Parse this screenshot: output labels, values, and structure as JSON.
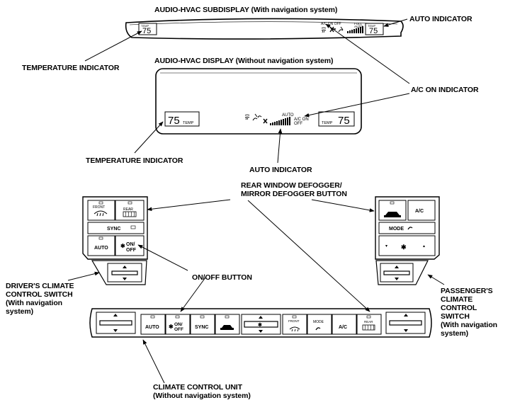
{
  "title_subdisplay": "AUDIO-HVAC SUBDISPLAY (With navigation system)",
  "title_display": "AUDIO-HVAC DISPLAY (Without navigation system)",
  "auto_indicator": "AUTO INDICATOR",
  "ac_on_indicator": "A/C ON INDICATOR",
  "temperature_indicator": "TEMPERATURE INDICATOR",
  "rear_defogger": [
    "REAR WINDOW DEFOGGER/",
    "MIRROR DEFOGGER BUTTON"
  ],
  "on_off_button": "ON/OFF BUTTON",
  "drivers_switch": [
    "DRIVER'S CLIMATE",
    "CONTROL SWITCH",
    "(With navigation",
    "system)"
  ],
  "passengers_switch": [
    "PASSENGER'S",
    "CLIMATE",
    "CONTROL",
    "SWITCH",
    "(With navigation",
    "system)"
  ],
  "climate_unit": [
    "CLIMATE CONTROL UNIT",
    "(Without navigation system)"
  ],
  "display_text": {
    "temp_value": "75",
    "temp_word": "TEMP",
    "temp_small": "TEMP",
    "ac_on_off": "A/C ON OFF",
    "full_auto": [
      "FULL",
      "AUTO"
    ],
    "auto": "AUTO",
    "ac_on": "A/C ON",
    "off": "OFF"
  },
  "buttons": {
    "front": "FRONT",
    "rear": "REAR",
    "sync": "SYNC",
    "auto": "AUTO",
    "on": "ON/",
    "off": "OFF",
    "ac": "A/C",
    "mode": "MODE"
  }
}
